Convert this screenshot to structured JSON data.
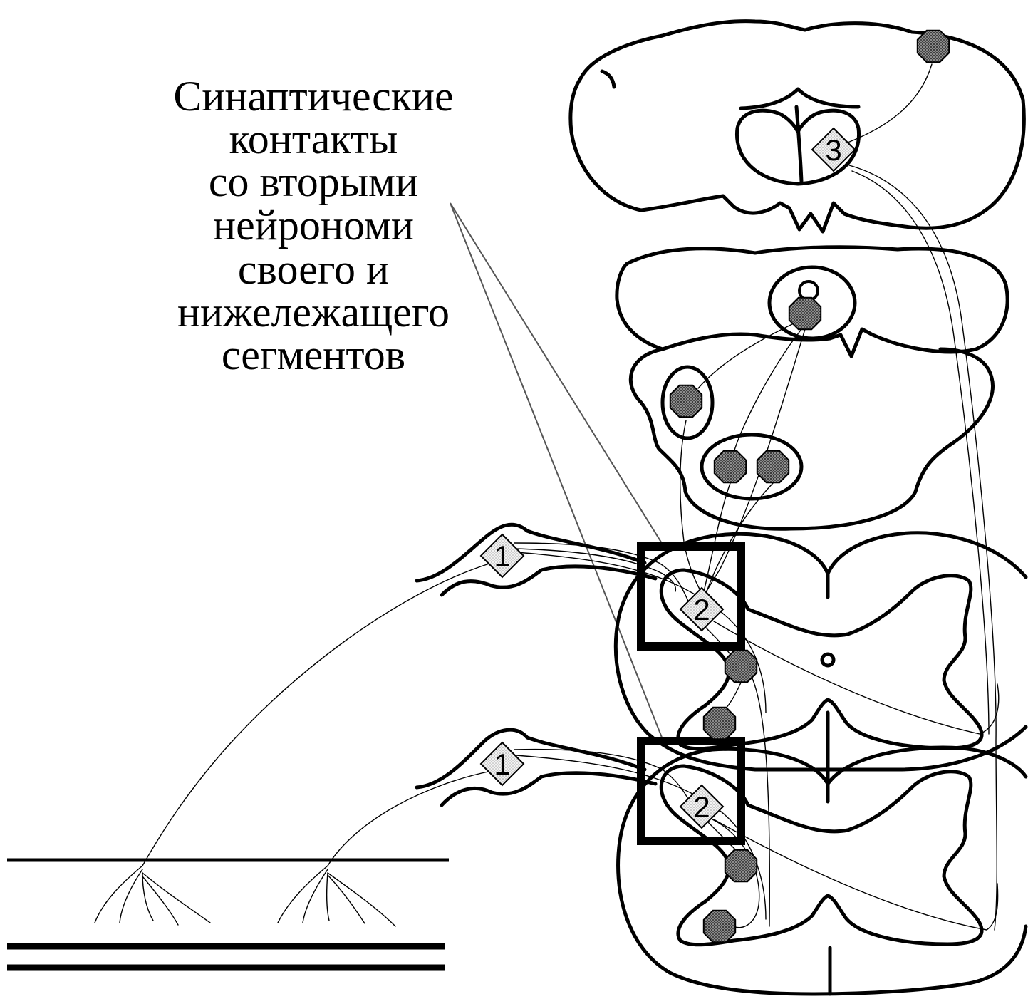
{
  "caption": {
    "lines": [
      "Синаптические",
      "контакты",
      "со вторыми",
      "нейрономи",
      "своего и",
      "нижележащего",
      "сегментов"
    ]
  },
  "neurons": {
    "third_order_label": "3",
    "first_order_upper_label": "1",
    "second_order_upper_label": "2",
    "first_order_lower_label": "1",
    "second_order_lower_label": "2"
  },
  "colors": {
    "stroke": "#000000",
    "background": "#ffffff",
    "dark_neuron": "#7a7a7a",
    "light_neuron": "#e6e6e6"
  }
}
